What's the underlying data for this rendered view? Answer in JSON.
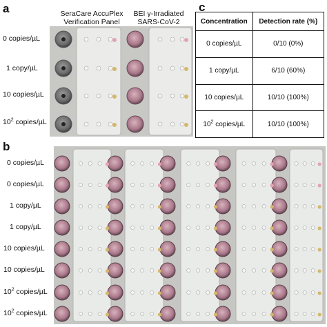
{
  "panel_a": {
    "letter": "a",
    "columns": [
      {
        "line1": "SeraCare AccuPlex",
        "line2": "Verification Panel"
      },
      {
        "line1": "BEI γ-Irradiated",
        "line2": "SARS-CoV-2"
      }
    ],
    "rows": [
      {
        "base": "0 copies/µL",
        "sup": "",
        "suffix": ""
      },
      {
        "base": "1 copy/µL",
        "sup": "",
        "suffix": ""
      },
      {
        "base": "10 copies/µL",
        "sup": "",
        "suffix": ""
      },
      {
        "base": "10",
        "sup": "2",
        "suffix": " copies/µL"
      }
    ]
  },
  "panel_b": {
    "letter": "b",
    "rows": [
      {
        "base": "0 copies/µL",
        "sup": "",
        "suffix": ""
      },
      {
        "base": "0 copies/µL",
        "sup": "",
        "suffix": ""
      },
      {
        "base": "1 copy/µL",
        "sup": "",
        "suffix": ""
      },
      {
        "base": "1 copy/µL",
        "sup": "",
        "suffix": ""
      },
      {
        "base": "10 copies/µL",
        "sup": "",
        "suffix": ""
      },
      {
        "base": "10 copies/µL",
        "sup": "",
        "suffix": ""
      },
      {
        "base": "10",
        "sup": "2",
        "suffix": " copies/µL"
      },
      {
        "base": "10",
        "sup": "2",
        "suffix": " copies/µL"
      }
    ]
  },
  "panel_c": {
    "letter": "c",
    "headers": {
      "concentration": "Concentration",
      "detection": "Detection rate (%)"
    },
    "rows": [
      {
        "base": "0 copies/µL",
        "sup": "",
        "suffix": "",
        "rate": "0/10 (0%)"
      },
      {
        "base": "1 copy/µL",
        "sup": "",
        "suffix": "",
        "rate": "6/10 (60%)"
      },
      {
        "base": "10 copies/µL",
        "sup": "",
        "suffix": "",
        "rate": "10/10 (100%)"
      },
      {
        "base": "10",
        "sup": "2",
        "suffix": " copies/µL",
        "rate": "10/10 (100%)"
      }
    ]
  },
  "colors": {
    "photo_bg": "#c9c9c6",
    "strip": "#e9ebe9",
    "well_pink": "#b98a98",
    "well_gray": "#6f6f6f",
    "dot_gold": "#d6b76a",
    "dot_pink": "#e3a4b2"
  }
}
